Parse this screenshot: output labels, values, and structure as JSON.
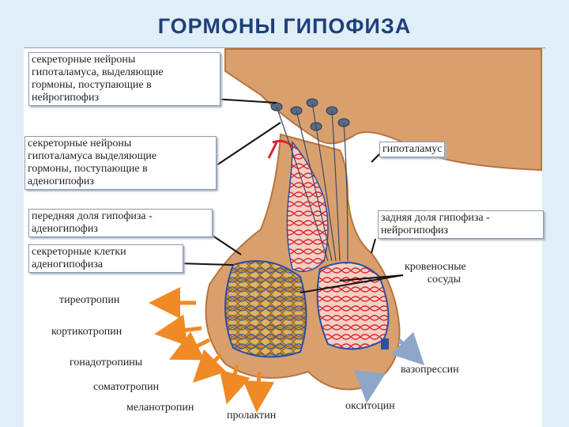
{
  "title": "ГОРМОНЫ ГИПОФИЗА",
  "labels": {
    "neurons_neuro": [
      "секреторные нейроны",
      "гипоталамуса, выделяющие",
      "гормоны, поступающие в",
      "нейрогипофиз"
    ],
    "neurons_adeno": [
      "секреторные нейроны",
      "гипоталамуса выделяющие",
      "гормоны, поступающие в",
      "аденогипофиз"
    ],
    "anterior_lobe": [
      "передняя доля гипофиза -",
      "аденогипофиз"
    ],
    "secretory_cells": [
      "секреторные клетки",
      "аденогипофиза"
    ],
    "hypothalamus": "гипоталамус",
    "posterior_lobe": [
      "задняя доля гипофиза -",
      "нейрогипофиз"
    ],
    "blood_vessels": [
      "кровеносные",
      "сосуды"
    ]
  },
  "hormones": [
    "тиреотропин",
    "кортикотропин",
    "гонадотропины",
    "соматотропин",
    "меланотропин",
    "пролактин",
    "вазопрессин",
    "окситоцин"
  ],
  "colors": {
    "title": "#1f3f7a",
    "tissue": "#d9a06e",
    "tissue_dark": "#b8743f",
    "hormone_arrow": "#f08a24",
    "posterior_arrow": "#8fa6c8",
    "vessel_red": "#d8242f",
    "vessel_blue": "#2b4fa8"
  }
}
